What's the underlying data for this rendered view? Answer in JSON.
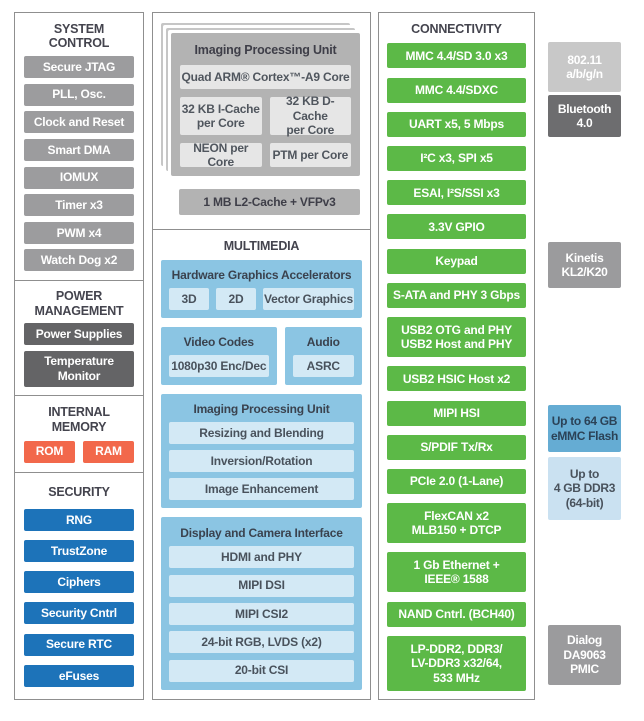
{
  "palette": {
    "green": "#5cb947",
    "blue": "#1d73b9",
    "orange": "#f2684b",
    "gray_block": "#9c9c9e",
    "dark_gray_block": "#646466",
    "light_blue_container": "#8bc5e3",
    "light_blue_item": "#d3e9f5",
    "cpu_gray": "#b3b3b3",
    "header_text": "#44444e"
  },
  "left": {
    "system_control": {
      "title": "SYSTEM CONTROL",
      "items": [
        "Secure JTAG",
        "PLL, Osc.",
        "Clock and Reset",
        "Smart DMA",
        "IOMUX",
        "Timer x3",
        "PWM x4",
        "Watch Dog x2"
      ]
    },
    "power": {
      "title": "POWER\nMANAGEMENT",
      "items": [
        "Power Supplies",
        "Temperature\nMonitor"
      ]
    },
    "memory": {
      "title": "INTERNAL\nMEMORY",
      "items": [
        "ROM",
        "RAM"
      ]
    },
    "security": {
      "title": "SECURITY",
      "items": [
        "RNG",
        "TrustZone",
        "Ciphers",
        "Security Cntrl",
        "Secure RTC",
        "eFuses"
      ]
    }
  },
  "cpu": {
    "title": "Imaging Processing Unit",
    "core": "Quad ARM® Cortex™-A9 Core",
    "cache_i": "32 KB I-Cache\nper Core",
    "cache_d": "32 KB D-Cache\nper Core",
    "neon": "NEON per Core",
    "ptm": "PTM per Core",
    "l2": "1 MB L2-Cache + VFPv3"
  },
  "multimedia": {
    "title": "MULTIMEDIA",
    "gpu": {
      "title": "Hardware Graphics Accelerators",
      "items": [
        "3D",
        "2D",
        "Vector Graphics"
      ]
    },
    "video": {
      "title": "Video Codes",
      "item": "1080p30 Enc/Dec"
    },
    "audio": {
      "title": "Audio",
      "item": "ASRC"
    },
    "ipu": {
      "title": "Imaging Processing Unit",
      "items": [
        "Resizing and Blending",
        "Inversion/Rotation",
        "Image Enhancement"
      ]
    },
    "display": {
      "title": "Display and Camera Interface",
      "items": [
        "HDMI and PHY",
        "MIPI DSI",
        "MIPI CSI2",
        "24-bit RGB, LVDS (x2)",
        "20-bit CSI"
      ]
    }
  },
  "connectivity": {
    "title": "CONNECTIVITY",
    "items": [
      "MMC 4.4/SD 3.0 x3",
      "MMC 4.4/SDXC",
      "UART x5, 5 Mbps",
      "I²C x3, SPI x5",
      "ESAI, I²S/SSI x3",
      "3.3V GPIO",
      "Keypad",
      "S-ATA and PHY 3 Gbps",
      "USB2 OTG and PHY\nUSB2 Host and PHY",
      "USB2 HSIC Host x2",
      "MIPI HSI",
      "S/PDIF Tx/Rx",
      "PCIe 2.0 (1-Lane)",
      "FlexCAN x2\nMLB150 + DTCP",
      "1 Gb Ethernet +\nIEEE® 1588",
      "NAND Cntrl. (BCH40)",
      "LP-DDR2, DDR3/\nLV-DDR3 x32/64,\n533 MHz"
    ]
  },
  "external": {
    "wifi": "802.11\na/b/g/n",
    "bluetooth": "Bluetooth\n4.0",
    "kinetis": "Kinetis\nKL2/K20",
    "emmc": "Up to 64 GB\neMMC Flash",
    "ddr3": "Up to\n4 GB DDR3\n(64-bit)",
    "pmic": "Dialog\nDA9063\nPMIC"
  }
}
